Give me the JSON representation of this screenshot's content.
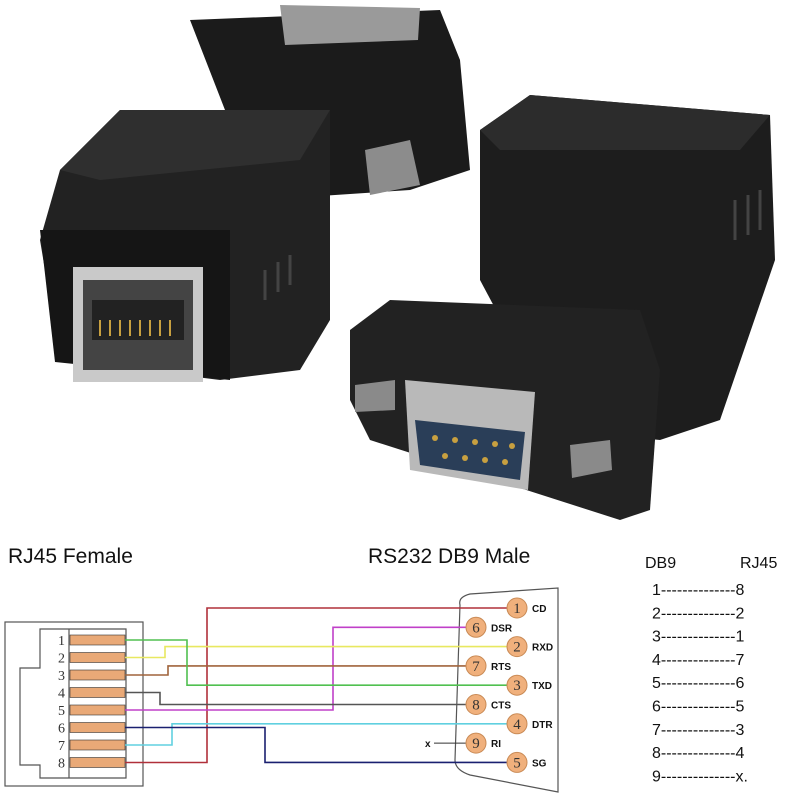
{
  "titles": {
    "rj45": "RJ45 Female",
    "db9": "RS232 DB9 Male"
  },
  "rj45_pins": [
    "1",
    "2",
    "3",
    "4",
    "5",
    "6",
    "7",
    "8"
  ],
  "db9_pins": [
    {
      "num": "1",
      "signal": "CD",
      "rj45": "8",
      "color": "#b0303a"
    },
    {
      "num": "6",
      "signal": "DSR",
      "rj45": "5",
      "color": "#c040c8"
    },
    {
      "num": "2",
      "signal": "RXD",
      "rj45": "2",
      "color": "#e8e860"
    },
    {
      "num": "7",
      "signal": "RTS",
      "rj45": "3",
      "color": "#a0643c"
    },
    {
      "num": "3",
      "signal": "TXD",
      "rj45": "1",
      "color": "#50c050"
    },
    {
      "num": "8",
      "signal": "CTS",
      "rj45": "4",
      "color": "#555555"
    },
    {
      "num": "4",
      "signal": "DTR",
      "rj45": "7",
      "color": "#60d0e0"
    },
    {
      "num": "9",
      "signal": "RI",
      "rj45": "x",
      "color": "#333333"
    },
    {
      "num": "5",
      "signal": "SG",
      "rj45": "6",
      "color": "#1a2070"
    }
  ],
  "unconnected_mark": "x",
  "mapping_table": {
    "headers": [
      "DB9",
      "RJ45"
    ],
    "rows": [
      "1--------------8",
      "2--------------2",
      "3--------------1",
      "4--------------7",
      "5--------------6",
      "6--------------5",
      "7--------------3",
      "8--------------4",
      "9--------------x."
    ]
  },
  "colors": {
    "pin_fill": "#e9a977",
    "circle_fill": "#f0b07c"
  }
}
